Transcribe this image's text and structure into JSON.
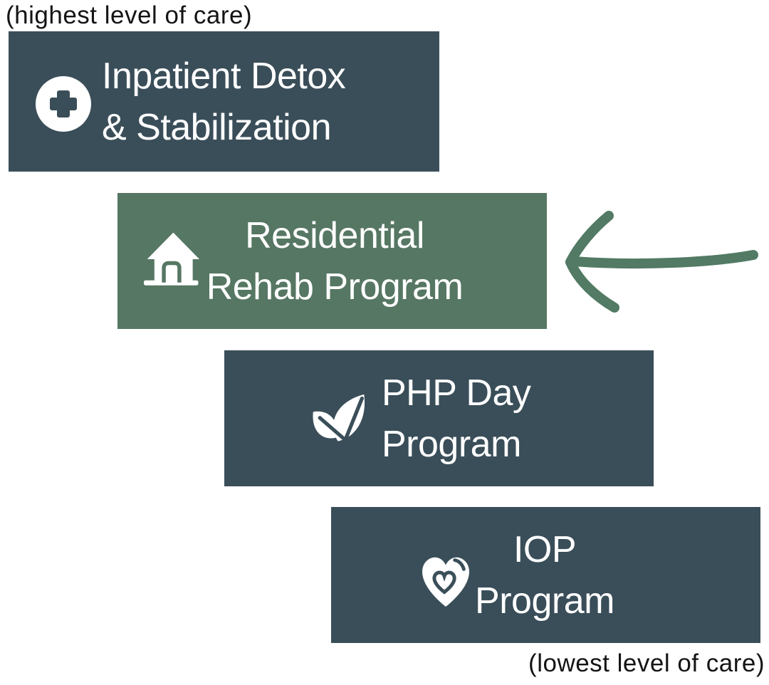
{
  "diagram": {
    "top_label": "(highest level of care)",
    "bottom_label": "(lowest level of care)",
    "levels": [
      {
        "line1": "Inpatient Detox",
        "line2": "& Stabilization",
        "icon": "medical-cross-icon"
      },
      {
        "line1": "Residential",
        "line2": "Rehab Program",
        "icon": "house-icon"
      },
      {
        "line1": "PHP Day",
        "line2": "Program",
        "icon": "leaf-icon"
      },
      {
        "line1": "IOP",
        "line2": "Program",
        "icon": "heart-icon"
      }
    ],
    "highlighted_level": "Residential Rehab Program"
  },
  "colors": {
    "dark_teal": "#3A4E59",
    "green": "#567763",
    "arrow_green": "#527A64",
    "box_text": "#FFFFFF",
    "label_text": "#141414"
  }
}
